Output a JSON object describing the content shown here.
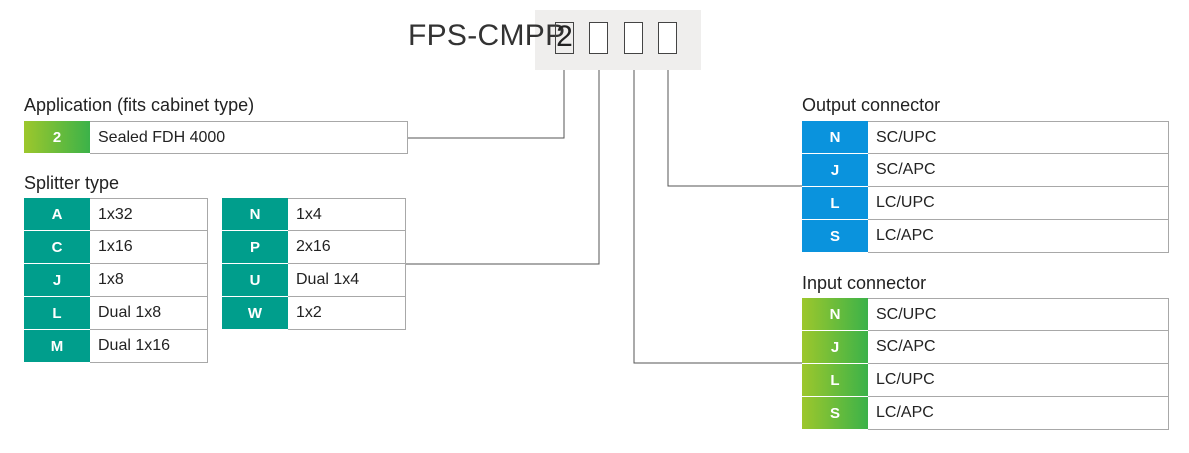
{
  "model": {
    "prefix": "FPS-CMPP",
    "slots": [
      "2",
      "",
      "",
      ""
    ]
  },
  "application": {
    "heading": "Application (fits cabinet type)",
    "rows": [
      {
        "code": "2",
        "label": "Sealed FDH 4000"
      }
    ]
  },
  "splitter": {
    "heading": "Splitter type",
    "col1": [
      {
        "code": "A",
        "label": "1x32"
      },
      {
        "code": "C",
        "label": "1x16"
      },
      {
        "code": "J",
        "label": "1x8"
      },
      {
        "code": "L",
        "label": "Dual 1x8"
      },
      {
        "code": "M",
        "label": "Dual 1x16"
      }
    ],
    "col2": [
      {
        "code": "N",
        "label": "1x4"
      },
      {
        "code": "P",
        "label": "2x16"
      },
      {
        "code": "U",
        "label": "Dual 1x4"
      },
      {
        "code": "W",
        "label": "1x2"
      }
    ]
  },
  "output": {
    "heading": "Output connector",
    "rows": [
      {
        "code": "N",
        "label": "SC/UPC"
      },
      {
        "code": "J",
        "label": "SC/APC"
      },
      {
        "code": "L",
        "label": "LC/UPC"
      },
      {
        "code": "S",
        "label": "LC/APC"
      }
    ]
  },
  "input": {
    "heading": "Input connector",
    "rows": [
      {
        "code": "N",
        "label": "SC/UPC"
      },
      {
        "code": "J",
        "label": "SC/APC"
      },
      {
        "code": "L",
        "label": "LC/UPC"
      },
      {
        "code": "S",
        "label": "LC/APC"
      }
    ]
  },
  "colors": {
    "teal": "#009e8c",
    "blue": "#0a93dd",
    "green_start": "#9dc72c",
    "green_end": "#3bb249",
    "line": "#555555"
  }
}
